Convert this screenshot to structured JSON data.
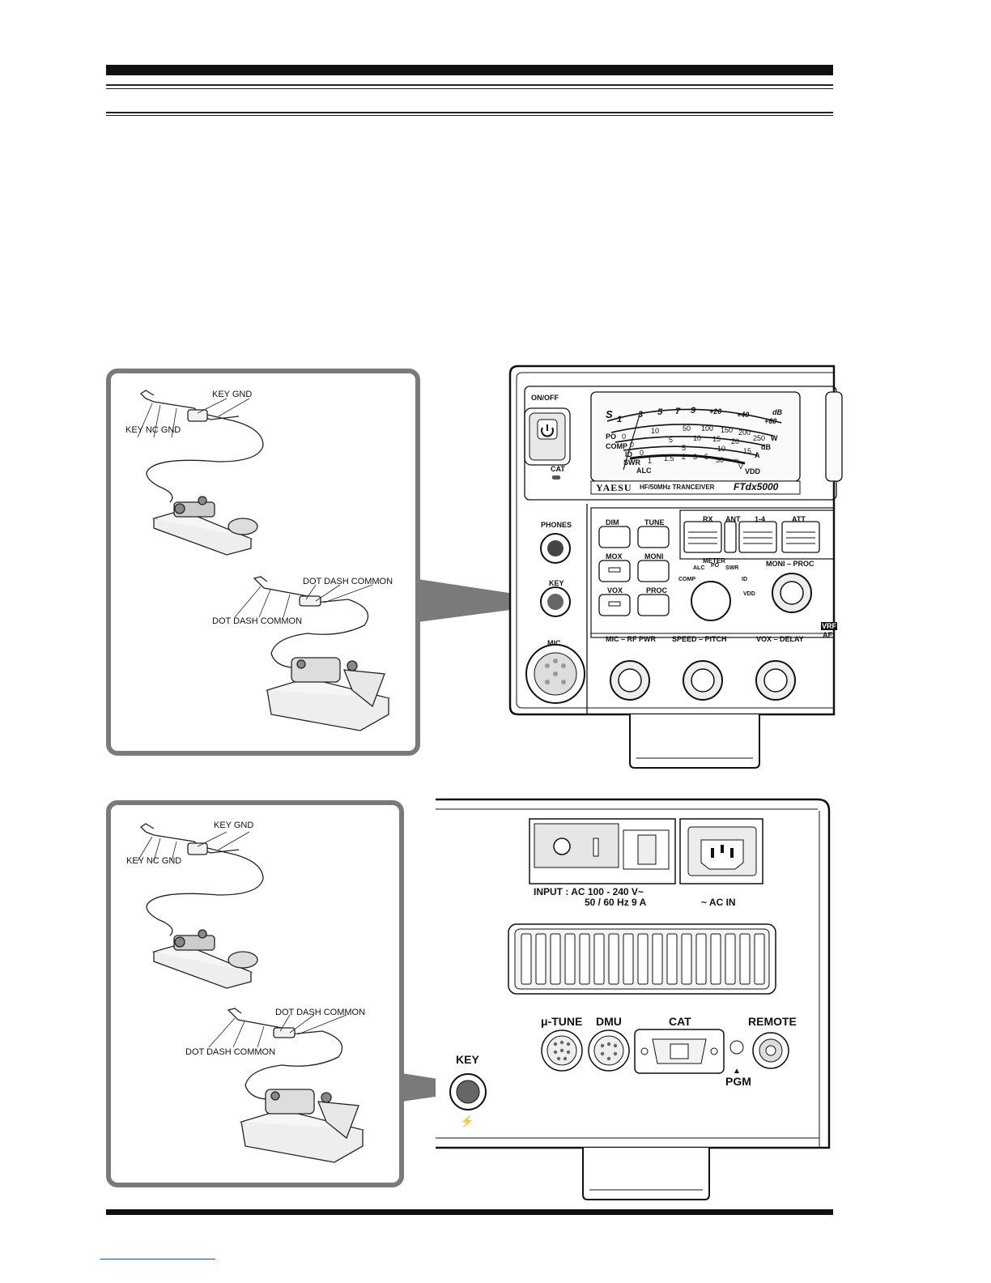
{
  "straight_key_labels": {
    "plug_top": "KEY    GND",
    "plug_bottom": "KEY  NC  GND"
  },
  "paddle_labels": {
    "plug_top": "DOT  DASH  COMMON",
    "plug_bottom": "DOT  DASH  COMMON"
  },
  "front_panel": {
    "on_off": "ON/OFF",
    "cat": "CAT",
    "brand": "YAESU",
    "model_desc": "HF/50MHz TRANCEIVER",
    "model": "FTdx5000",
    "meter_scales": {
      "s": "S",
      "s_ticks": [
        "1",
        "3",
        "5",
        "7",
        "9",
        "+20",
        "+40",
        "+60"
      ],
      "db": "dB",
      "po": "PO",
      "po_ticks": [
        "0",
        "10",
        "50",
        "100",
        "150",
        "200",
        "250"
      ],
      "w": "W",
      "comp": "COMP",
      "comp_ticks": [
        "0",
        "5",
        "10",
        "15",
        "20"
      ],
      "id": "ID",
      "id_ticks": [
        "0",
        "5",
        "10",
        "15"
      ],
      "a": "A",
      "swr": "SWR",
      "swr_ticks": [
        "1",
        "1.5",
        "2",
        "3",
        "5",
        "∞"
      ],
      "alc": "ALC",
      "vdd": "VDD",
      "vdd_ticks": [
        "50",
        "V"
      ]
    },
    "phones": "PHONES",
    "key": "KEY",
    "mic": "MIC",
    "buttons": [
      "DIM",
      "TUNE",
      "MOX",
      "MONI",
      "VOX",
      "PROC"
    ],
    "rx": "RX",
    "ant": "ANT",
    "ant_range": "1-4",
    "att": "ATT",
    "meter_label": "METER",
    "meter_positions": [
      "COMP",
      "ALC",
      "PO",
      "SWR",
      "ID",
      "VDD"
    ],
    "knob_moni_proc": "MONI – PROC",
    "knob_mic_rfpwr": "MIC – RF PWR",
    "knob_speed_pitch": "SPEED – PITCH",
    "knob_vox_delay": "VOX – DELAY",
    "vrf": "VRF",
    "af": "AF"
  },
  "rear_panel": {
    "input": "INPUT : AC 100 - 240 V~",
    "input2": "50 / 60 Hz 9 A",
    "ac_in": "~ AC IN",
    "mu_tune": "μ-TUNE",
    "dmu": "DMU",
    "cat": "CAT",
    "remote": "REMOTE",
    "pgm": "PGM",
    "key": "KEY"
  }
}
